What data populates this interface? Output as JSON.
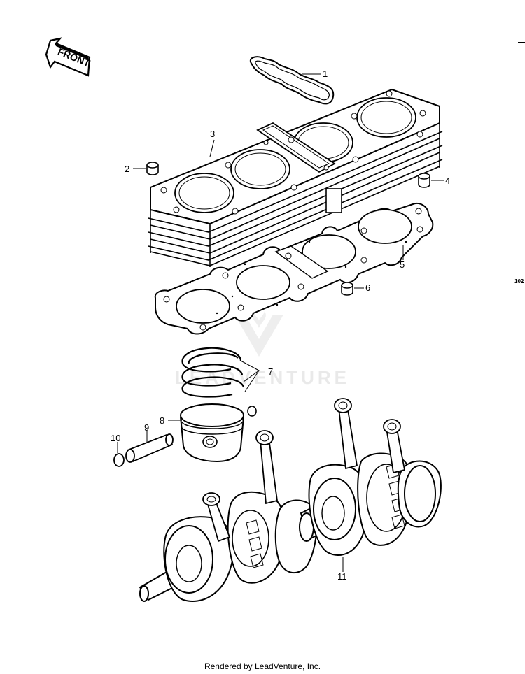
{
  "front_label": "FRONT",
  "callouts": {
    "c1": "1",
    "c2": "2",
    "c3": "3",
    "c4": "4",
    "c5": "5",
    "c6": "6",
    "c7": "7",
    "c8": "8",
    "c9": "9",
    "c10": "10",
    "c11": "11"
  },
  "side_code": "102",
  "watermark": "LEADVENTURE",
  "footer": "Rendered by LeadVenture, Inc."
}
